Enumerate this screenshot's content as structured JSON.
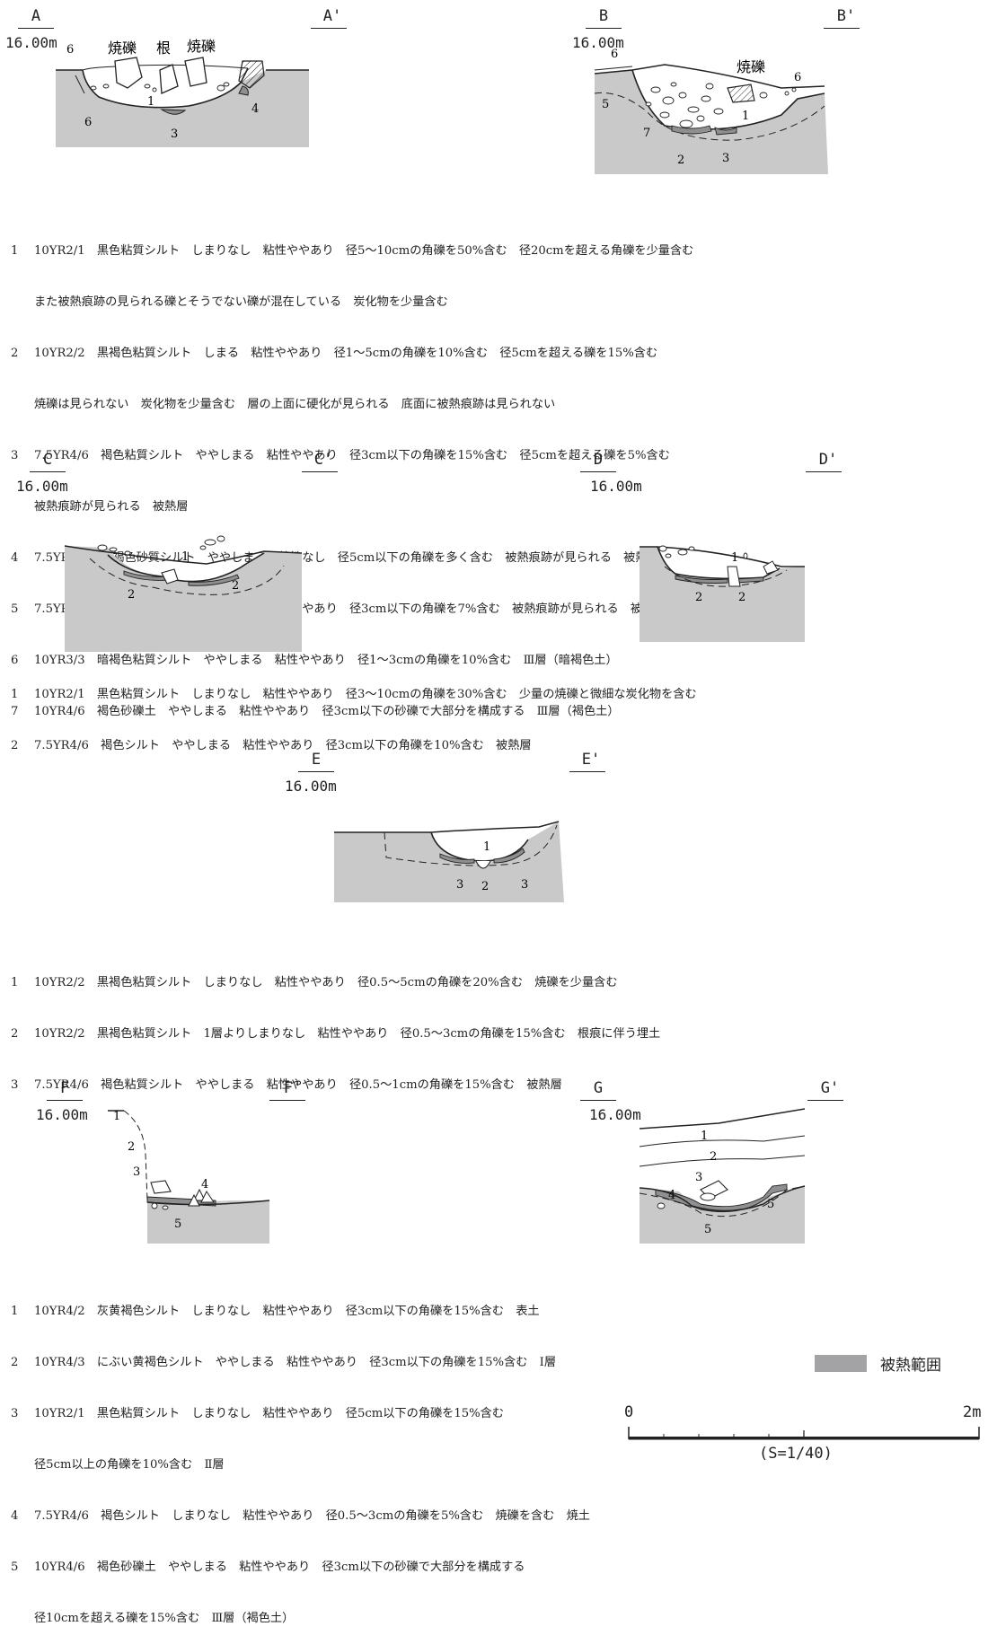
{
  "colors": {
    "ground": "#c9c9ca",
    "burned": "#8f8f92",
    "line": "#222222",
    "background": "#ffffff"
  },
  "sections": {
    "a": {
      "left": "A",
      "right": "A'",
      "elevation": "16.00m",
      "labels": {
        "t1": "焼礫",
        "t2": "根",
        "t3": "焼礫"
      }
    },
    "b": {
      "left": "B",
      "right": "B'",
      "elevation": "16.00m",
      "labels": {
        "t1": "焼礫"
      }
    },
    "c": {
      "left": "C",
      "right": "C'",
      "elevation": "16.00m"
    },
    "d": {
      "left": "D",
      "right": "D'",
      "elevation": "16.00m"
    },
    "e": {
      "left": "E",
      "right": "E'",
      "elevation": "16.00m"
    },
    "f": {
      "left": "F",
      "right": "F'",
      "elevation": "16.00m"
    },
    "g": {
      "left": "G",
      "right": "G'",
      "elevation": "16.00m"
    }
  },
  "layers_ab": [
    {
      "num": "1",
      "lines": [
        "10YR2/1　黒色粘質シルト　しまりなし　粘性ややあり　径5～10cmの角礫を50%含む　径20cmを超える角礫を少量含む",
        "また被熱痕跡の見られる礫とそうでない礫が混在している　炭化物を少量含む"
      ]
    },
    {
      "num": "2",
      "lines": [
        "10YR2/2　黒褐色粘質シルト　しまる　粘性ややあり　径1～5cmの角礫を10%含む　径5cmを超える礫を15%含む",
        "焼礫は見られない　炭化物を少量含む　層の上面に硬化が見られる　底面に被熱痕跡は見られない"
      ]
    },
    {
      "num": "3",
      "lines": [
        "7.5YR4/6　褐色粘質シルト　ややしまる　粘性ややあり　径3cm以下の角礫を15%含む　径5cmを超える礫を5%含む",
        "被熱痕跡が見られる　被熱層"
      ]
    },
    {
      "num": "4",
      "lines": [
        "7.5YR5/6　明褐色砂質シルト　ややしまる　粘性なし　径5cm以下の角礫を多く含む　被熱痕跡が見られる　被熱層"
      ]
    },
    {
      "num": "5",
      "lines": [
        "7.5YR4/6　褐色粘質シルト　ややしまる　粘性ややあり　径3cm以下の角礫を7%含む　被熱痕跡が見られる　被熱層"
      ]
    },
    {
      "num": "6",
      "lines": [
        "10YR3/3　暗褐色粘質シルト　ややしまる　粘性ややあり　径1～3cmの角礫を10%含む　Ⅲ層（暗褐色土）"
      ]
    },
    {
      "num": "7",
      "lines": [
        "10YR4/6　褐色砂礫土　ややしまる　粘性ややあり　径3cm以下の砂礫で大部分を構成する　Ⅲ層（褐色土）"
      ]
    }
  ],
  "layers_cd": [
    {
      "num": "1",
      "lines": [
        "10YR2/1　黒色粘質シルト　しまりなし　粘性ややあり　径3～10cmの角礫を30%含む　少量の焼礫と微細な炭化物を含む"
      ]
    },
    {
      "num": "2",
      "lines": [
        "7.5YR4/6　褐色シルト　ややしまる　粘性ややあり　径3cm以下の角礫を10%含む　被熱層"
      ]
    }
  ],
  "layers_e": [
    {
      "num": "1",
      "lines": [
        "10YR2/2　黒褐色粘質シルト　しまりなし　粘性ややあり　径0.5～5cmの角礫を20%含む　焼礫を少量含む"
      ]
    },
    {
      "num": "2",
      "lines": [
        "10YR2/2　黒褐色粘質シルト　1層よりしまりなし　粘性ややあり　径0.5～3cmの角礫を15%含む　根痕に伴う埋土"
      ]
    },
    {
      "num": "3",
      "lines": [
        "7.5YR4/6　褐色粘質シルト　ややしまる　粘性ややあり　径0.5～1cmの角礫を15%含む　被熱層"
      ]
    }
  ],
  "layers_fg": [
    {
      "num": "1",
      "lines": [
        "10YR4/2　灰黄褐色シルト　しまりなし　粘性ややあり　径3cm以下の角礫を15%含む　表土"
      ]
    },
    {
      "num": "2",
      "lines": [
        "10YR4/3　にぶい黄褐色シルト　ややしまる　粘性ややあり　径3cm以下の角礫を15%含む　Ⅰ層"
      ]
    },
    {
      "num": "3",
      "lines": [
        "10YR2/1　黒色粘質シルト　しまりなし　粘性ややあり　径5cm以下の角礫を15%含む",
        "径5cm以上の角礫を10%含む　Ⅱ層"
      ]
    },
    {
      "num": "4",
      "lines": [
        "7.5YR4/6　褐色シルト　しまりなし　粘性ややあり　径0.5～3cmの角礫を5%含む　焼礫を含む　焼土"
      ]
    },
    {
      "num": "5",
      "lines": [
        "10YR4/6　褐色砂礫土　ややしまる　粘性ややあり　径3cm以下の砂礫で大部分を構成する",
        "径10cmを超える礫を15%含む　Ⅲ層（褐色土）"
      ]
    }
  ],
  "legend": {
    "label": "被熱範囲"
  },
  "scale": {
    "start": "0",
    "end": "2m",
    "ratio": "(S=1/40)"
  }
}
